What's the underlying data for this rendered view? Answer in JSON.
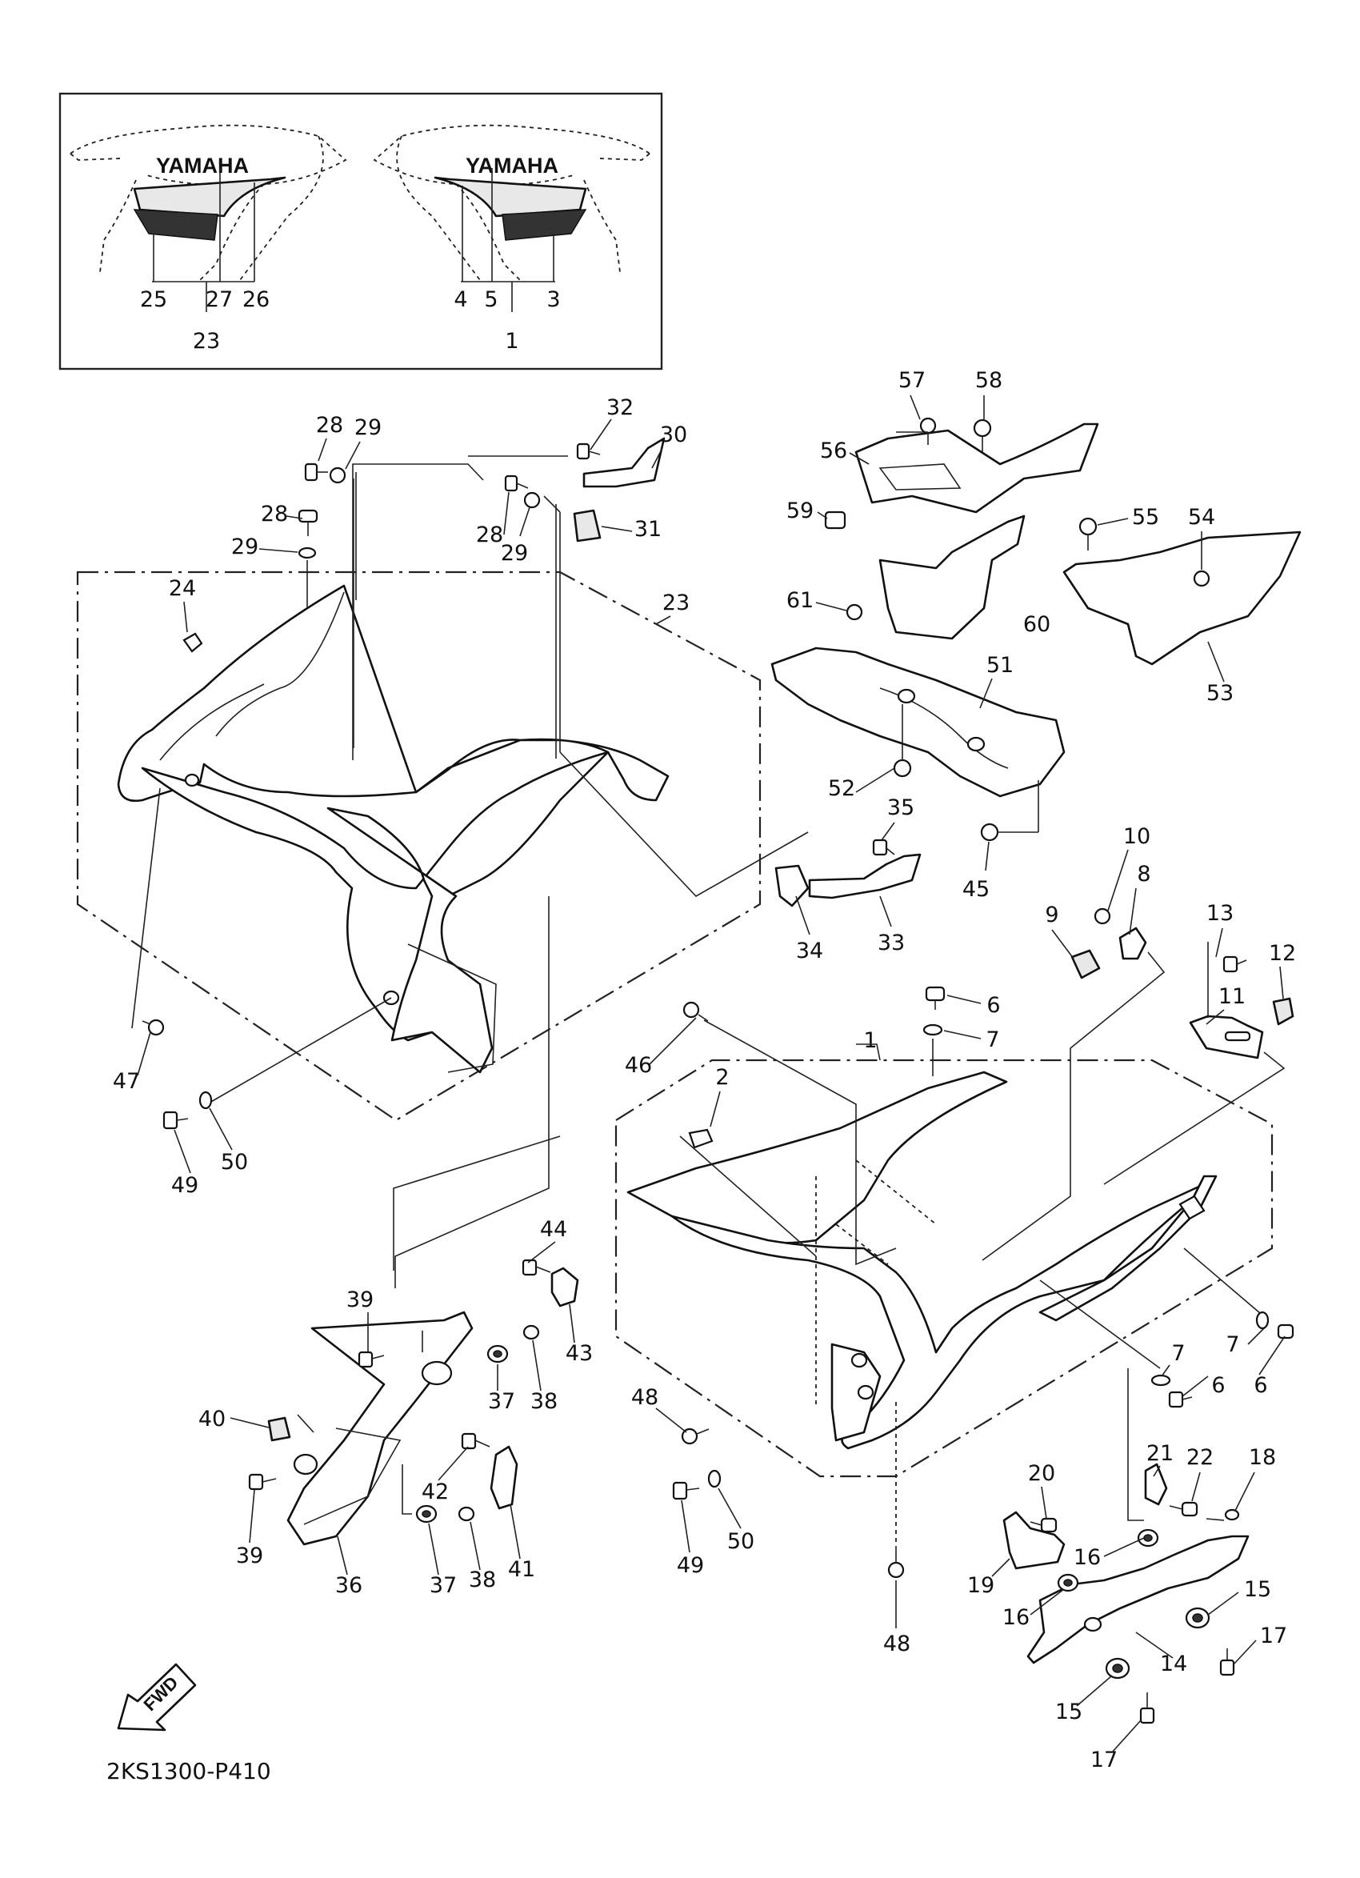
{
  "diagram": {
    "code": "2KS1300-P410",
    "fwd_label": "FWD",
    "brand_left": "YAMAHA",
    "brand_right": "YAMAHA"
  },
  "callouts": [
    {
      "id": "c25",
      "text": "25"
    },
    {
      "id": "c27",
      "text": "27"
    },
    {
      "id": "c26",
      "text": "26"
    },
    {
      "id": "c23a",
      "text": "23"
    },
    {
      "id": "c4",
      "text": "4"
    },
    {
      "id": "c5",
      "text": "5"
    },
    {
      "id": "c3",
      "text": "3"
    },
    {
      "id": "c1a",
      "text": "1"
    },
    {
      "id": "c28a",
      "text": "28"
    },
    {
      "id": "c29a",
      "text": "29"
    },
    {
      "id": "c28b",
      "text": "28"
    },
    {
      "id": "c29b",
      "text": "29"
    },
    {
      "id": "c24",
      "text": "24"
    },
    {
      "id": "c32",
      "text": "32"
    },
    {
      "id": "c30",
      "text": "30"
    },
    {
      "id": "c28c",
      "text": "28"
    },
    {
      "id": "c29c",
      "text": "29"
    },
    {
      "id": "c31",
      "text": "31"
    },
    {
      "id": "c23b",
      "text": "23"
    },
    {
      "id": "c57",
      "text": "57"
    },
    {
      "id": "c58",
      "text": "58"
    },
    {
      "id": "c56",
      "text": "56"
    },
    {
      "id": "c59",
      "text": "59"
    },
    {
      "id": "c55",
      "text": "55"
    },
    {
      "id": "c54",
      "text": "54"
    },
    {
      "id": "c61",
      "text": "61"
    },
    {
      "id": "c60",
      "text": "60"
    },
    {
      "id": "c53",
      "text": "53"
    },
    {
      "id": "c51",
      "text": "51"
    },
    {
      "id": "c52",
      "text": "52"
    },
    {
      "id": "c35",
      "text": "35"
    },
    {
      "id": "c45",
      "text": "45"
    },
    {
      "id": "c34",
      "text": "34"
    },
    {
      "id": "c33",
      "text": "33"
    },
    {
      "id": "c10",
      "text": "10"
    },
    {
      "id": "c8",
      "text": "8"
    },
    {
      "id": "c9",
      "text": "9"
    },
    {
      "id": "c13",
      "text": "13"
    },
    {
      "id": "c12",
      "text": "12"
    },
    {
      "id": "c11",
      "text": "11"
    },
    {
      "id": "c6a",
      "text": "6"
    },
    {
      "id": "c7a",
      "text": "7"
    },
    {
      "id": "c46",
      "text": "46"
    },
    {
      "id": "c1b",
      "text": "1"
    },
    {
      "id": "c2",
      "text": "2"
    },
    {
      "id": "c47",
      "text": "47"
    },
    {
      "id": "c49a",
      "text": "49"
    },
    {
      "id": "c50a",
      "text": "50"
    },
    {
      "id": "c44",
      "text": "44"
    },
    {
      "id": "c39a",
      "text": "39"
    },
    {
      "id": "c37a",
      "text": "37"
    },
    {
      "id": "c38a",
      "text": "38"
    },
    {
      "id": "c43",
      "text": "43"
    },
    {
      "id": "c40",
      "text": "40"
    },
    {
      "id": "c42",
      "text": "42"
    },
    {
      "id": "c41",
      "text": "41"
    },
    {
      "id": "c39b",
      "text": "39"
    },
    {
      "id": "c36",
      "text": "36"
    },
    {
      "id": "c37b",
      "text": "37"
    },
    {
      "id": "c38b",
      "text": "38"
    },
    {
      "id": "c48a",
      "text": "48"
    },
    {
      "id": "c49b",
      "text": "49"
    },
    {
      "id": "c50b",
      "text": "50"
    },
    {
      "id": "c48b",
      "text": "48"
    },
    {
      "id": "c7b",
      "text": "7"
    },
    {
      "id": "c7c",
      "text": "7"
    },
    {
      "id": "c6b",
      "text": "6"
    },
    {
      "id": "c6c",
      "text": "6"
    },
    {
      "id": "c21",
      "text": "21"
    },
    {
      "id": "c22",
      "text": "22"
    },
    {
      "id": "c18",
      "text": "18"
    },
    {
      "id": "c20",
      "text": "20"
    },
    {
      "id": "c16a",
      "text": "16"
    },
    {
      "id": "c19",
      "text": "19"
    },
    {
      "id": "c16b",
      "text": "16"
    },
    {
      "id": "c15a",
      "text": "15"
    },
    {
      "id": "c17a",
      "text": "17"
    },
    {
      "id": "c14",
      "text": "14"
    },
    {
      "id": "c15b",
      "text": "15"
    },
    {
      "id": "c17b",
      "text": "17"
    }
  ]
}
